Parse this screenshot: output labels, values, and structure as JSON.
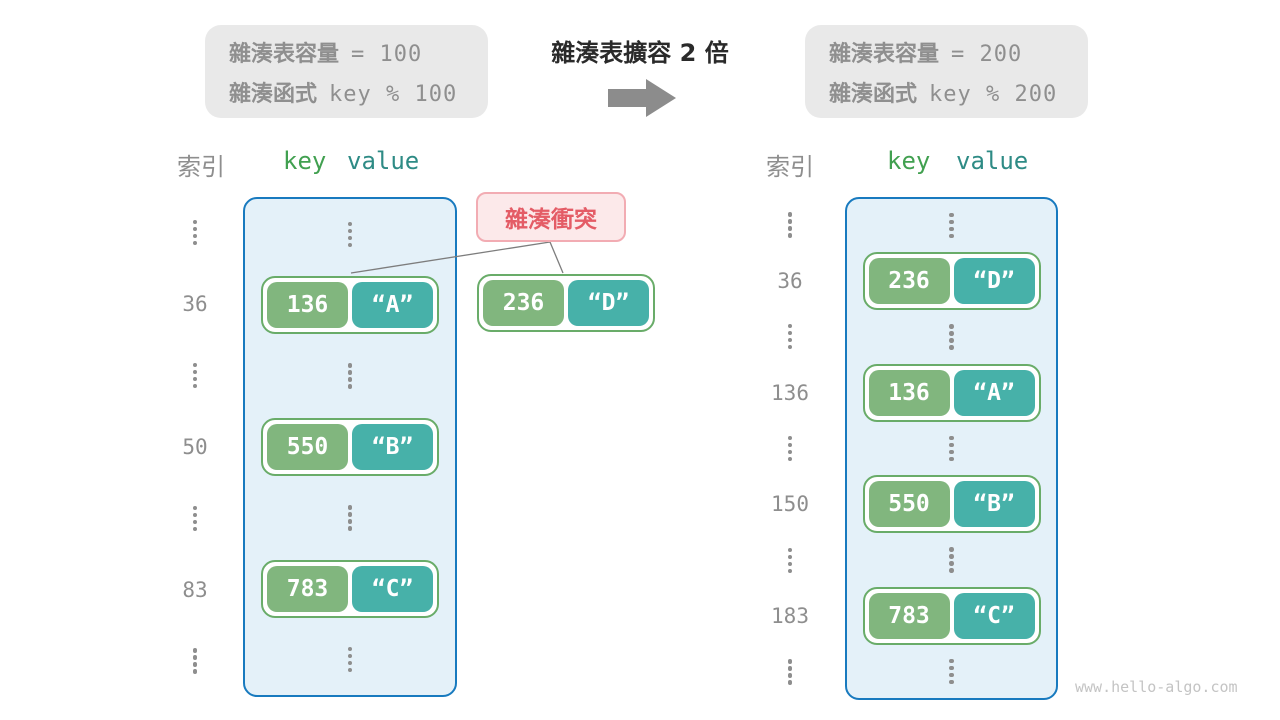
{
  "header": {
    "before_box": {
      "cap_label": "雜湊表容量",
      "cap_value": "= 100",
      "fn_label": "雜湊函式",
      "fn_value": "key % 100"
    },
    "expand_title": "雜湊表擴容 2 倍",
    "after_box": {
      "cap_label": "雜湊表容量",
      "cap_value": "= 200",
      "fn_label": "雜湊函式",
      "fn_value": "key % 200"
    }
  },
  "collision": {
    "label": "雜湊衝突",
    "pair": {
      "key": "236",
      "value": "“D”"
    }
  },
  "left_table": {
    "index_header": "索引",
    "key_header": "key",
    "value_header": "value",
    "rows": [
      {
        "index": "36",
        "key": "136",
        "value": "“A”"
      },
      {
        "index": "50",
        "key": "550",
        "value": "“B”"
      },
      {
        "index": "83",
        "key": "783",
        "value": "“C”"
      }
    ]
  },
  "right_table": {
    "index_header": "索引",
    "key_header": "key",
    "value_header": "value",
    "rows": [
      {
        "index": "36",
        "key": "236",
        "value": "“D”"
      },
      {
        "index": "136",
        "key": "136",
        "value": "“A”"
      },
      {
        "index": "150",
        "key": "550",
        "value": "“B”"
      },
      {
        "index": "183",
        "key": "783",
        "value": "“C”"
      }
    ]
  },
  "watermark": "www.hello-algo.com",
  "colors": {
    "bucket_bg": "#e4f1f9",
    "bucket_border": "#187abf",
    "key_fill": "#81b67e",
    "value_fill": "#47b1a9",
    "pair_border": "#69ac69",
    "key_header": "#41a050",
    "value_header": "#2e8b85",
    "collision_text": "#e45c66",
    "collision_bg": "#fce9ea",
    "gray_box_bg": "#e9e9e9",
    "muted_text": "#8e8e8e"
  }
}
